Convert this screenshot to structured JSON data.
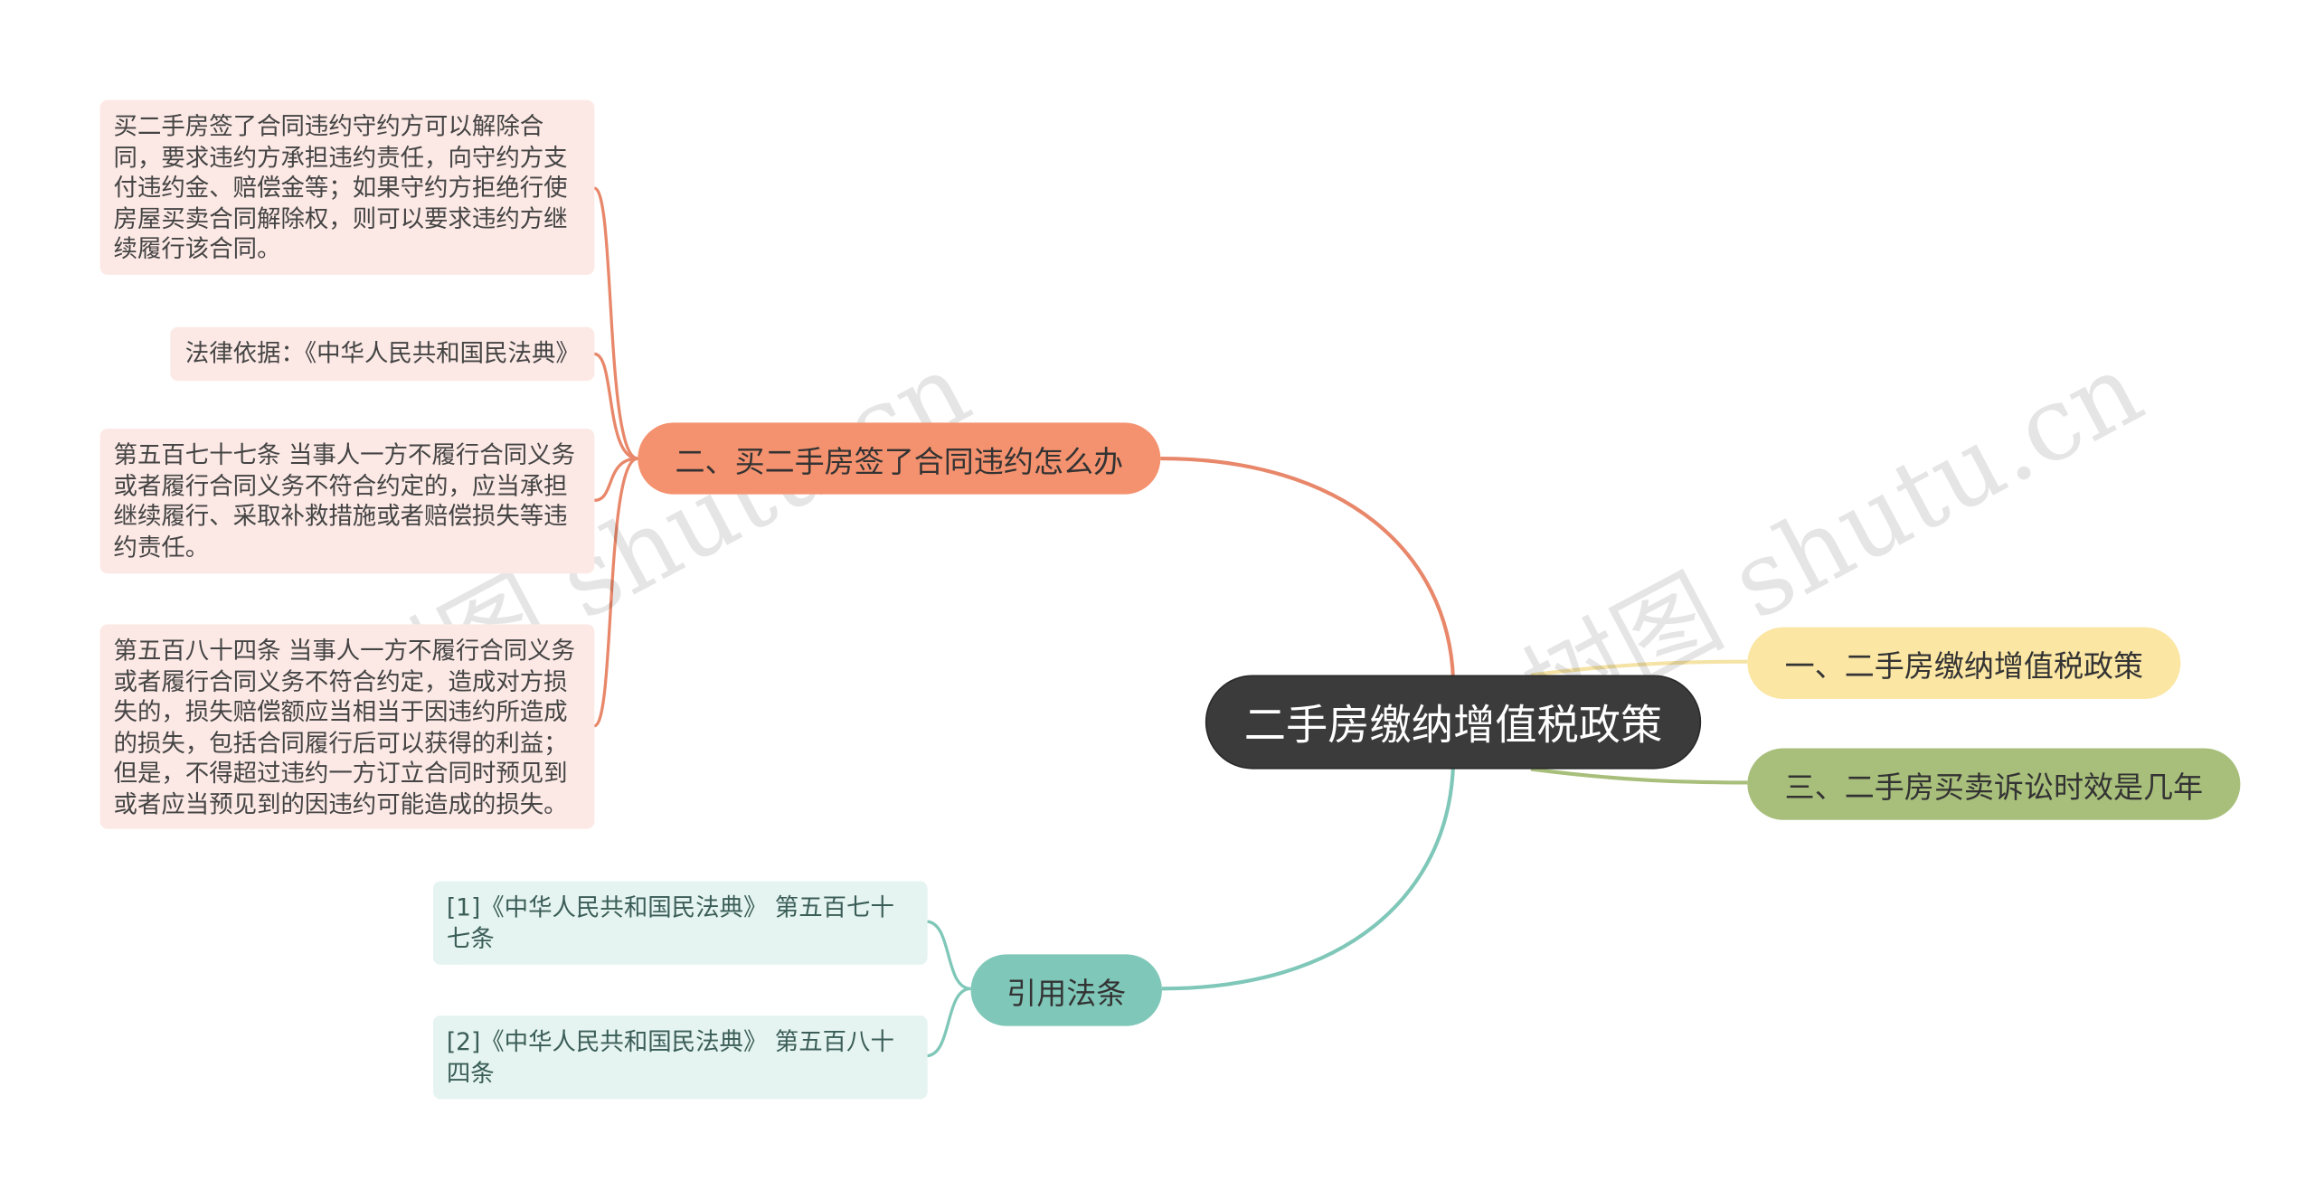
{
  "root": {
    "label": "二手房缴纳增值税政策"
  },
  "branches": {
    "policy": {
      "label": "一、二手房缴纳增值税政策"
    },
    "contract": {
      "label": "二、买二手房签了合同违约怎么办",
      "leaves": [
        "买二手房签了合同违约守约方可以解除合同，要求违约方承担违约责任，向守约方支付违约金、赔偿金等；如果守约方拒绝行使房屋买卖合同解除权，则可以要求违约方继续履行该合同。",
        "法律依据：《中华人民共和国民法典》",
        "第五百七十七条 当事人一方不履行合同义务或者履行合同义务不符合约定的，应当承担继续履行、采取补救措施或者赔偿损失等违约责任。",
        "第五百八十四条 当事人一方不履行合同义务或者履行合同义务不符合约定，造成对方损失的，损失赔偿额应当相当于因违约所造成的损失，包括合同履行后可以获得的利益；但是，不得超过违约一方订立合同时预见到或者应当预见到的因违约可能造成的损失。"
      ]
    },
    "litigation": {
      "label": "三、二手房买卖诉讼时效是几年"
    },
    "citations": {
      "label": "引用法条",
      "leaves": [
        "[1]《中华人民共和国民法典》 第五百七十七条",
        "[2]《中华人民共和国民法典》 第五百八十四条"
      ]
    }
  },
  "watermark": {
    "left": "树图 shutu.cn",
    "right": "树图 shutu.cn"
  },
  "colors": {
    "root": "#3b3b3b",
    "contract": "#f4926f",
    "policy": "#fbe6a4",
    "litigation": "#a8bf7b",
    "citations": "#7fc7b8",
    "leaf_pink": "#fce9e5",
    "leaf_mint": "#e5f4f1"
  }
}
